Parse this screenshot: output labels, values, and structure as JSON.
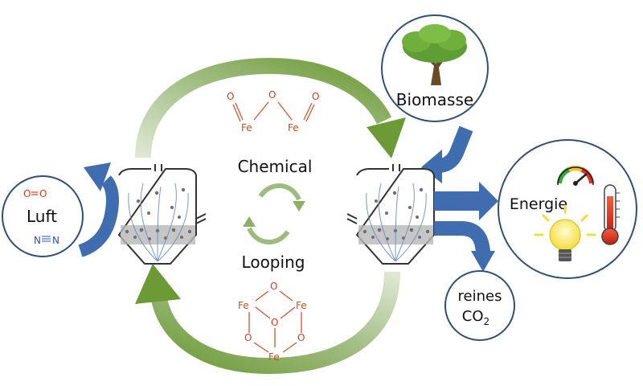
{
  "title": {
    "line1": "Chemical",
    "line2": "Looping"
  },
  "nodes": {
    "air": {
      "label": "Luft",
      "o2": {
        "atom1": "O",
        "atom2": "O"
      },
      "n2": {
        "atom1": "N",
        "atom2": "N"
      }
    },
    "biomass": {
      "label": "Biomasse"
    },
    "energy": {
      "label": "Energie"
    },
    "co2": {
      "label": "reines",
      "formula": "CO",
      "subscript": "2"
    }
  },
  "molecules": {
    "fe2o3_linear": {
      "o": "O",
      "fe": "Fe"
    },
    "fe_ring": {
      "o": "O",
      "fe": "Fe"
    }
  },
  "colors": {
    "blue_arrow": "#3f6db0",
    "green_arrow": "#6c9a36",
    "circle_stroke": "#2f4f7a",
    "oxygen": "#e0361e",
    "iron": "#c0521b",
    "nitrogen": "#2a4fd1",
    "thermo": "#e03020",
    "bulb": "#f7e14a"
  },
  "icons": [
    "tree-icon",
    "gauge-icon",
    "thermometer-icon",
    "light-bulb-icon",
    "recycle-arrows-icon",
    "reactor-icon"
  ]
}
